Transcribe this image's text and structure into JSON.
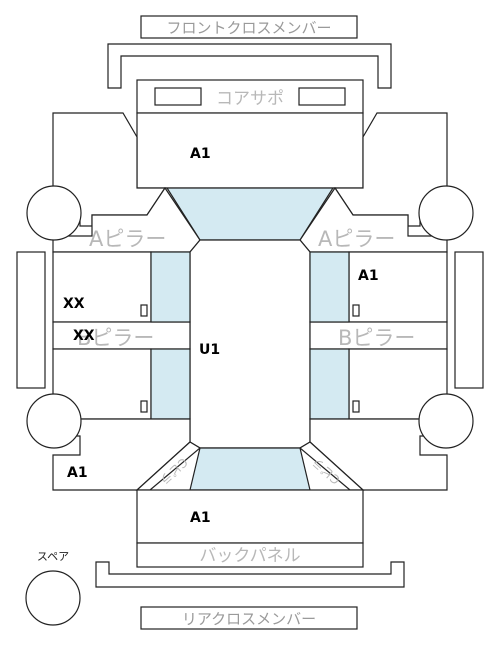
{
  "labels": {
    "front_cross_member": "フロントクロスメンバー",
    "core_support": "コアサポ",
    "a_pillar_left": "Aピラー",
    "a_pillar_right": "Aピラー",
    "b_pillar_left": "Bピラー",
    "b_pillar_right": "Bピラー",
    "c_pillar_left": "Cピラ",
    "c_pillar_right": "Cピラ",
    "back_panel": "バックパネル",
    "rear_cross_member": "リアクロスメンバー",
    "spare": "スペア"
  },
  "codes": {
    "front": "A1",
    "right_front_door": "A1",
    "left_front_door_1": "XX",
    "left_front_door_2": "XX",
    "roof": "U1",
    "left_rear": "A1",
    "trunk": "A1"
  },
  "colors": {
    "glass": "#d4eaf2",
    "line": "#222222",
    "label": "#b8b8b8"
  }
}
